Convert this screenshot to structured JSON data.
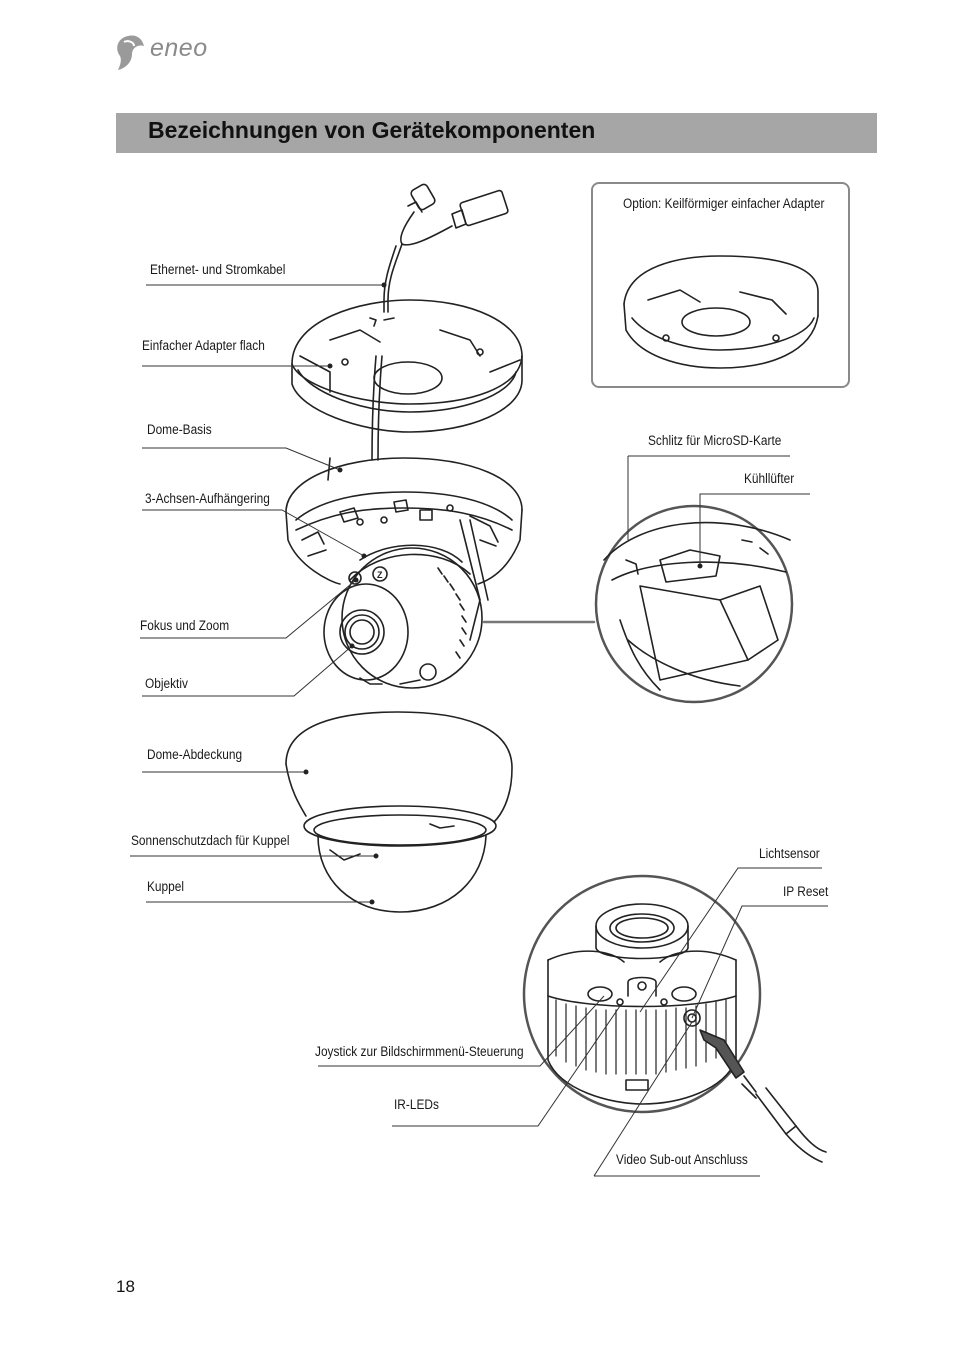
{
  "brand": {
    "name": "eneo"
  },
  "page": {
    "title": "Bezeichnungen von Gerätekomponenten",
    "number": "18"
  },
  "labels": {
    "ethernet_cable": "Ethernet- und Stromkabel",
    "flat_adapter": "Einfacher Adapter flach",
    "dome_base": "Dome-Basis",
    "gimbal_ring": "3-Achsen-Aufhängering",
    "focus_zoom": "Fokus und Zoom",
    "lens": "Objektiv",
    "dome_cover": "Dome-Abdeckung",
    "sunshield": "Sonnenschutzdach für Kuppel",
    "bubble": "Kuppel",
    "option_adapter": "Option: Keilförmiger einfacher Adapter",
    "microsd_slot": "Schlitz für MicroSD-Karte",
    "cooling_fan": "Kühllüfter",
    "light_sensor": "Lichtsensor",
    "ip_reset": "IP Reset",
    "joystick": "Joystick zur Bildschirmmenü-Steuerung",
    "ir_leds": "IR-LEDs",
    "video_out": "Video Sub-out Anschluss"
  }
}
